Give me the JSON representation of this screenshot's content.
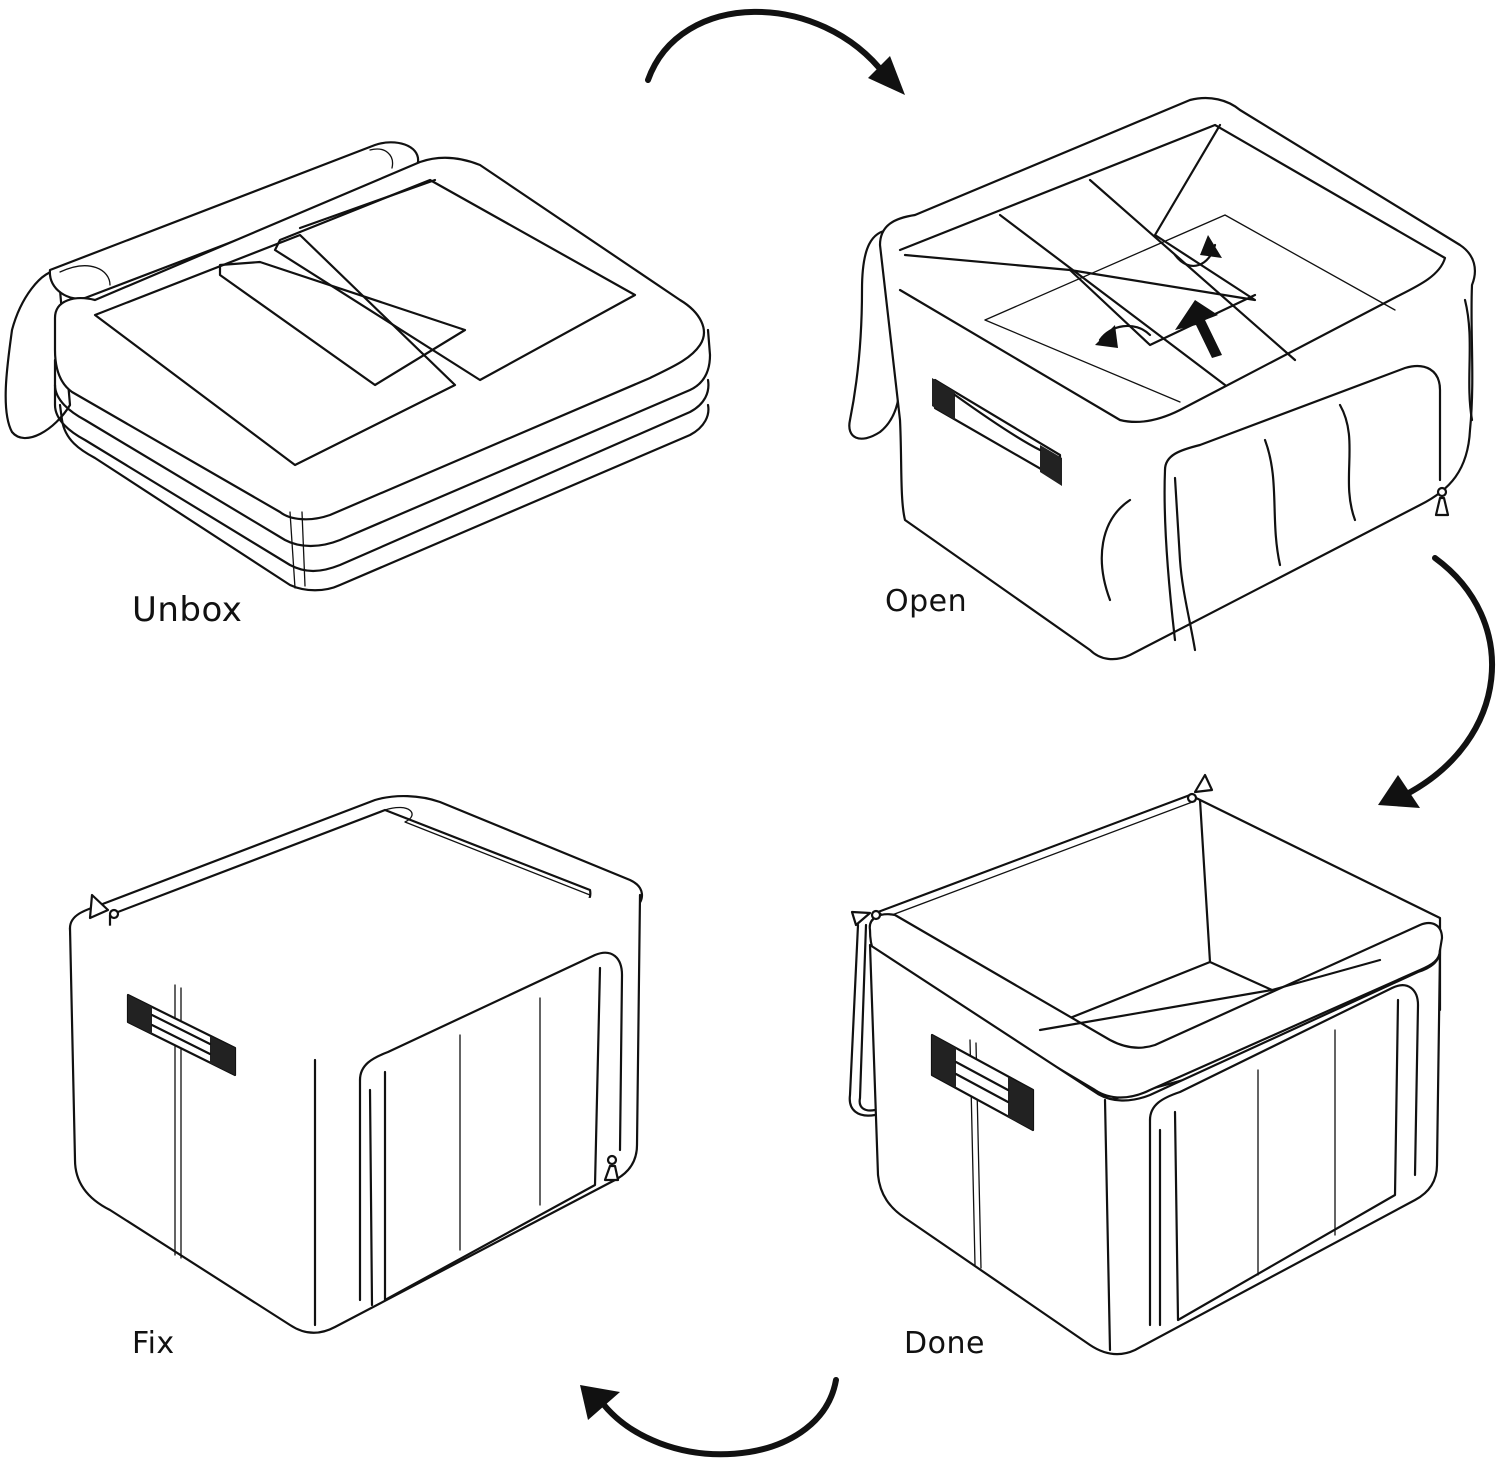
{
  "steps": [
    {
      "id": "unbox",
      "label": "Unbox"
    },
    {
      "id": "open",
      "label": "Open"
    },
    {
      "id": "done",
      "label": "Done"
    },
    {
      "id": "fix",
      "label": "Fix"
    }
  ],
  "colors": {
    "line": "#111111",
    "background": "#ffffff"
  }
}
